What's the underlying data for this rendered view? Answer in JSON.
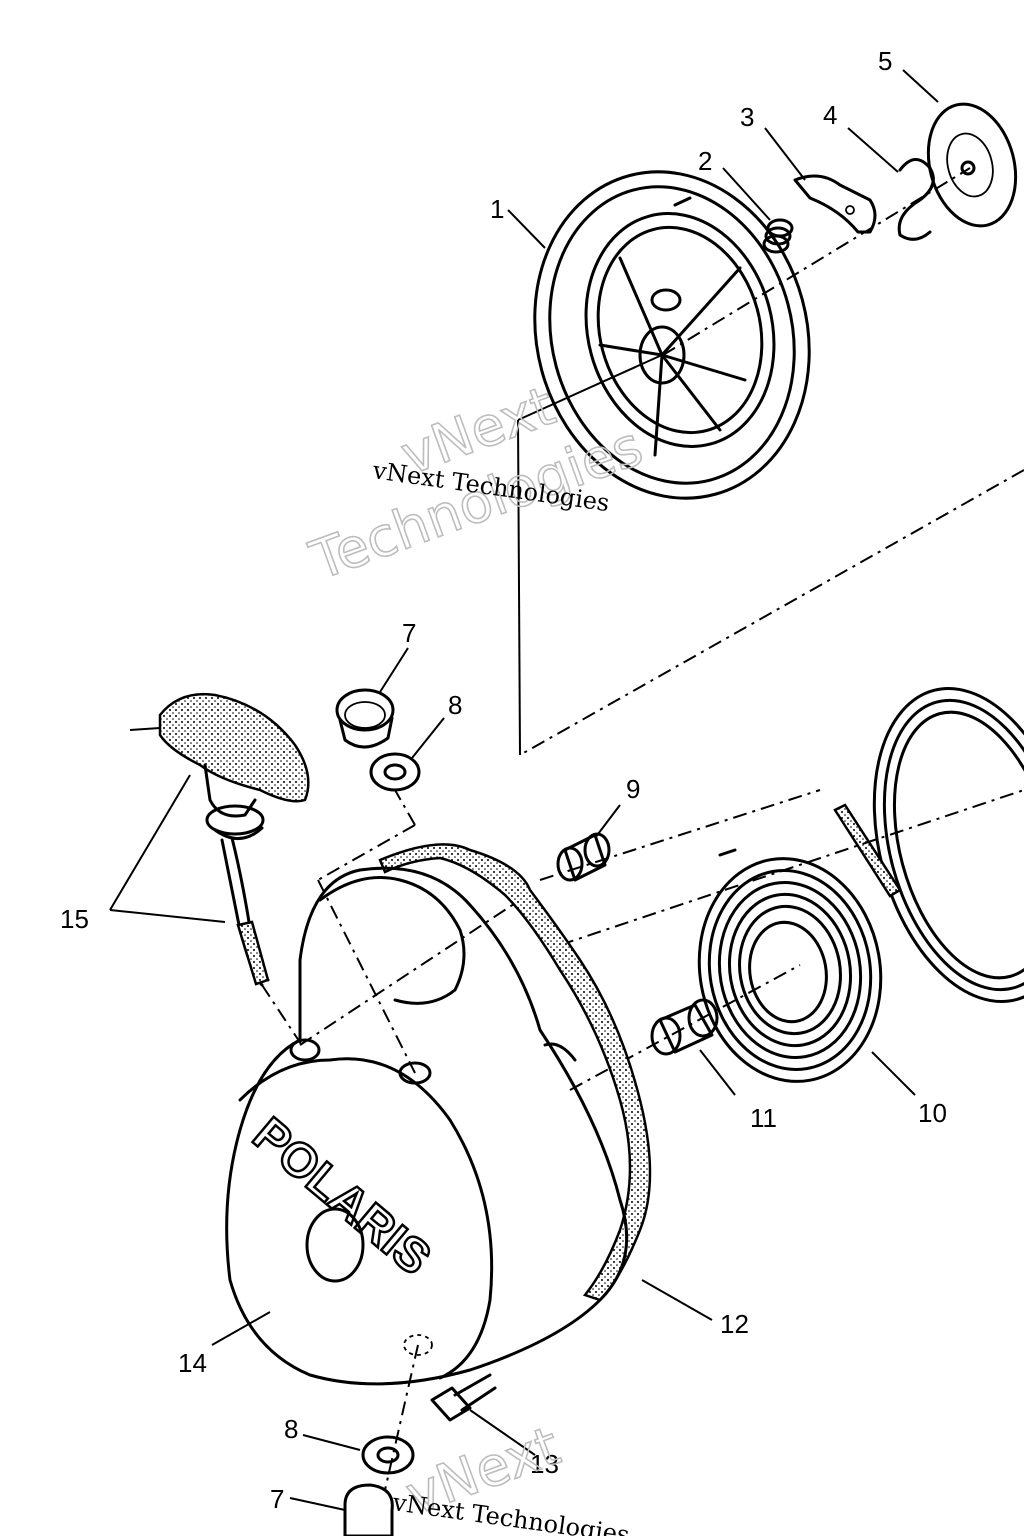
{
  "diagram": {
    "callouts": {
      "c1": "1",
      "c2": "2",
      "c3": "3",
      "c4": "4",
      "c5": "5",
      "c7a": "7",
      "c8a": "8",
      "c9": "9",
      "c10": "10",
      "c11": "11",
      "c12": "12",
      "c13": "13",
      "c14": "14",
      "c15": "15",
      "c8b": "8",
      "c7b": "7"
    },
    "logo_text": "POLARIS",
    "watermark": {
      "small": "vNext Technologies",
      "big_line1": "vNext",
      "big_line2": "Technologies"
    }
  }
}
